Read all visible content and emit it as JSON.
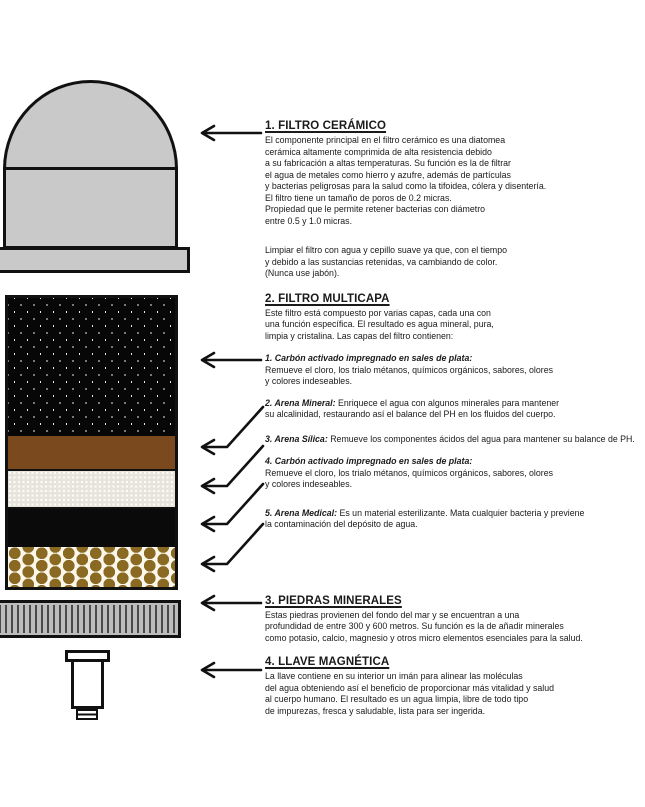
{
  "figure": {
    "parts": {
      "ceramic_filter": "ceramic dome filter",
      "multilayer_cartridge": "multilayer filter cartridge",
      "mineral_stones": "mineral stones bar",
      "magnetic_valve": "magnetic tap valve"
    },
    "colors": {
      "ceramic_fill": "#c9c9c9",
      "outline": "#111111",
      "carbon_black": "#070707",
      "mineral_brown": "#7a4a1e",
      "silica_gray": "#e7e4dc",
      "medical_gold": "#8a6a22",
      "stones_gray": "#bcbcbc"
    }
  },
  "sections": {
    "s1": {
      "heading": "1. FILTRO CERÁMICO",
      "para1": "El componente principal en el filtro cerámico es una diatomea\ncerámica altamente comprimida de alta resistencia debido\na su fabricación a altas temperaturas. Su función es la de filtrar\nel agua de metales como hierro y azufre, además de partículas\ny bacterias peligrosas para la salud como la tifoidea, cólera y disentería.\nEl filtro tiene un tamaño de poros de 0.2 micras.\nPropiedad que le permite retener bacterias con diámetro\nentre 0.5 y 1.0 micras.",
      "para2": "Limpiar el filtro con agua y cepillo suave ya que, con el tiempo\ny debido a las sustancias retenidas, va cambiando de color.\n(Nunca use jabón)."
    },
    "s2": {
      "heading": "2. FILTRO MULTICAPA",
      "intro": "Este filtro está compuesto por varias capas, cada una con\nuna función específica. El resultado es agua mineral, pura,\nlimpia y cristalina. Las capas del filtro contienen:",
      "layers": [
        {
          "title": "1. Carbón activado impregnado en sales de plata:",
          "body": "Remueve el cloro, los trialo métanos, químicos orgánicos, sabores, olores\ny colores indeseables."
        },
        {
          "title": "2. Arena Mineral:",
          "body": " Enriquece el agua  con algunos minerales para mantener\nsu alcalinidad, restaurando así el balance del PH en los fluidos del cuerpo."
        },
        {
          "title": "3. Arena Sílica:",
          "body": " Remueve los componentes ácidos del agua para mantener su balance de PH."
        },
        {
          "title": "4. Carbón activado impregnado en sales de plata:",
          "body": "Remueve el cloro, los trialo métanos, químicos orgánicos, sabores, olores\ny colores indeseables."
        },
        {
          "title": "5. Arena Medical:",
          "body": " Es un material esterilizante. Mata cualquier bacteria y previene\nla contaminación del depósito de agua."
        }
      ]
    },
    "s3": {
      "heading": "3. PIEDRAS MINERALES",
      "body": "Estas piedras provienen del fondo del mar y se encuentran a una\nprofundidad de entre 300 y 600 metros. Su función es la de añadir minerales\ncomo potasio, calcio, magnesio y otros micro elementos esenciales para la salud."
    },
    "s4": {
      "heading": "4. LLAVE MAGNÉTICA",
      "body": "La llave contiene en su interior un imán para alinear las moléculas\ndel agua obteniendo así el beneficio de proporcionar más vitalidad y salud\nal cuerpo humano. El resultado es un agua limpia, libre de todo tipo\nde impurezas, fresca y saludable, lista para ser ingerida."
    }
  }
}
